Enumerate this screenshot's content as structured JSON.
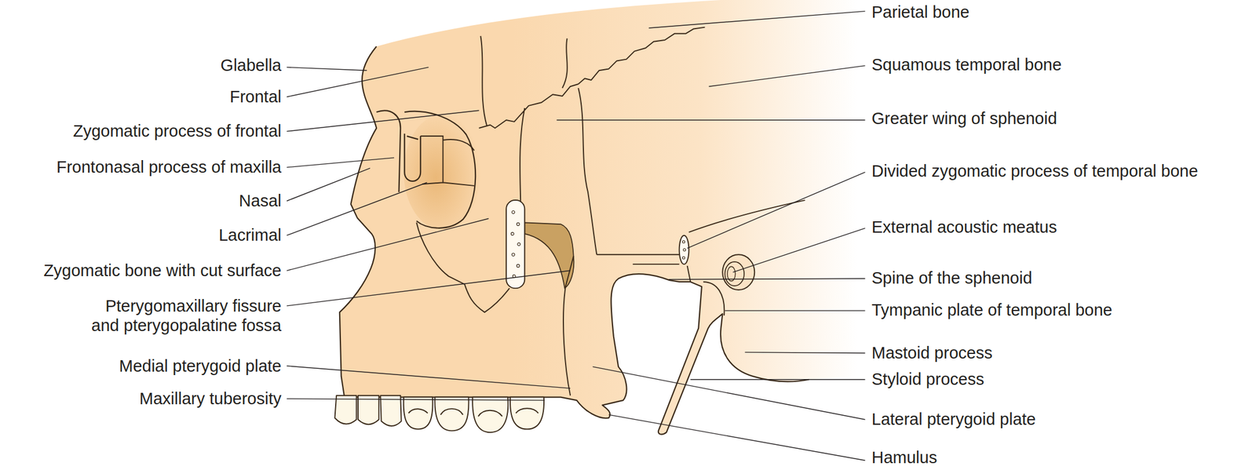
{
  "diagram": {
    "labels": [
      "Glabella",
      "Frontal",
      "Zygomatic process of frontal",
      "Frontonasal process of maxilla",
      "Nasal",
      "Lacrimal",
      "Zygomatic bone with cut surface",
      "Pterygomaxillary fissure and pterygopalatine fossa",
      "Medial pterygoid plate",
      "Maxillary tuberosity",
      "Parietal bone",
      "Squamous temporal bone",
      "Greater wing of sphenoid",
      "Divided zygomatic process of temporal bone",
      "External acoustic meatus",
      "Spine of the sphenoid",
      "Tympanic plate of temporal bone",
      "Mastoid process",
      "Styloid process",
      "Lateral pterygoid plate",
      "Hamulus"
    ]
  }
}
